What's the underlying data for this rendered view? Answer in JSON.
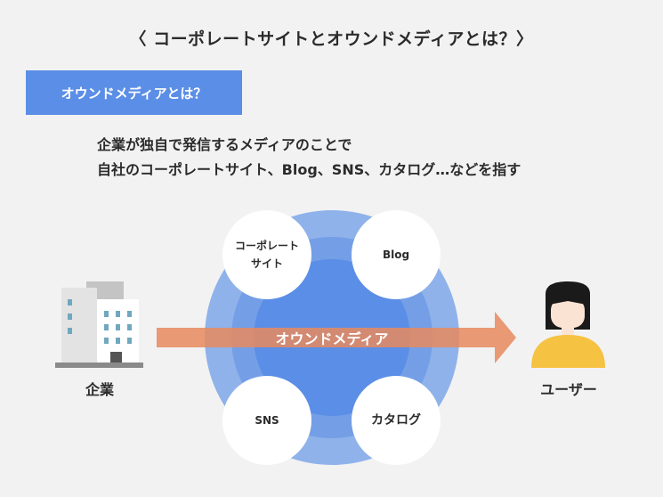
{
  "title": "〈 コーポレートサイトとオウンドメディアとは？〉",
  "section_label": "オウンドメディアとは？",
  "description": {
    "line1": "企業が独自で発信するメディアのことで",
    "line2": "自社のコーポレートサイト、Blog、SNS、カタログ…などを指す"
  },
  "diagram": {
    "center_label": "オウンドメディア",
    "company_label": "企業",
    "user_label": "ユーザー",
    "bubbles": {
      "corporate_line1": "コーポレート",
      "corporate_line2": "サイト",
      "blog": "Blog",
      "sns": "SNS",
      "catalog": "カタログ"
    },
    "colors": {
      "outer_ring": "#8fb2ea",
      "middle_ring": "#749fe6",
      "core": "#5b8ee6",
      "arrow": "#e88a5e",
      "bubble": "#ffffff"
    }
  }
}
